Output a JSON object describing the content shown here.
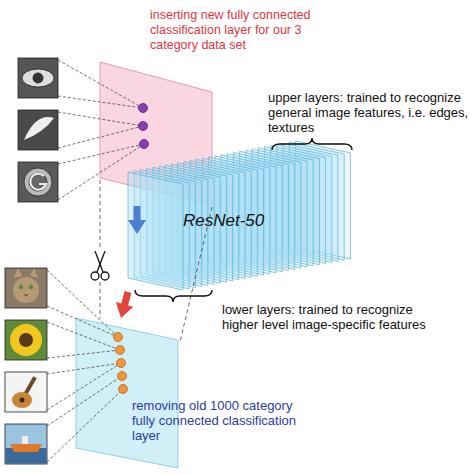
{
  "diagram": {
    "nodes": [
      {
        "text": [
          "inserting new fully connected classification layer for our 3 category data set"
        ]
      },
      {
        "text": [
          "ResNet-50"
        ]
      },
      {
        "text": [
          "removing old 1000 category fully connected classification layer"
        ]
      }
    ],
    "edges": [
      {
        "from": 0,
        "to": 1,
        "arrow": "to"
      },
      {
        "from": 1,
        "to": 2,
        "arrow": "to"
      }
    ],
    "labels": [
      "upper layers: trained to recognize general image features, i.e. edges, textures",
      "lower layers: trained to recognize higher level image-specific features"
    ]
  }
}
